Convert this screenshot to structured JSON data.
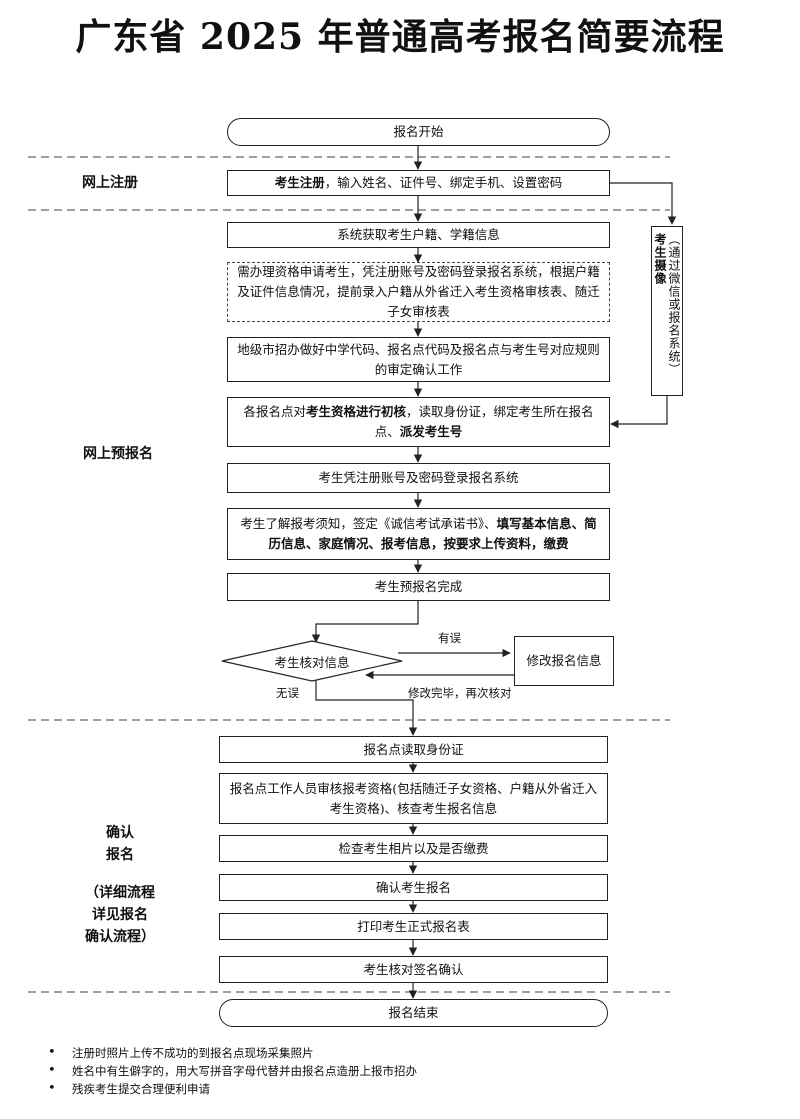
{
  "title": "广东省 2025 年普通高考报名简要流程",
  "sections": {
    "online_register": "网上注册",
    "online_prereg": "网上预报名",
    "confirm_line1": "确认",
    "confirm_line2": "报名",
    "confirm_note_1": "（详细流程",
    "confirm_note_2": "详见报名",
    "confirm_note_3": "确认流程）"
  },
  "steps": {
    "start": "报名开始",
    "register_bold": "考生注册",
    "register_rest": "，输入姓名、证件号、绑定手机、设置密码",
    "fetch_info": "系统获取考生户籍、学籍信息",
    "apply_qualification": "需办理资格申请考生，凭注册账号及密码登录报名系统，根据户籍及证件信息情况，提前录入户籍从外省迁入考生资格审核表、随迁子女审核表",
    "city_office": "地级市招办做好中学代码、报名点代码及报名点与考生号对应规则的审定确认工作",
    "site_check_1": "各报名点对",
    "site_check_bold1": "考生资格进行初核",
    "site_check_2": "，读取身份证，绑定考生所在报名点、",
    "site_check_bold2": "派发考生号",
    "login_system": "考生凭注册账号及密码登录报名系统",
    "fill_1": "考生了解报考须知，签定《诚信考试承诺书》、",
    "fill_bold": "填写基本信息、简历信息、家庭情况、报考信息，按要求上传资料，缴费",
    "prereg_done": "考生预报名完成",
    "verify_info": "考生核对信息",
    "modify_info": "修改报名信息",
    "read_id": "报名点读取身份证",
    "staff_review": "报名点工作人员审核报考资格(包括随迁子女资格、户籍从外省迁入考生资格)、核查考生报名信息",
    "check_photo": "检查考生相片以及是否缴费",
    "confirm_reg": "确认考生报名",
    "print_form": "打印考生正式报名表",
    "sign_confirm": "考生核对签名确认",
    "end": "报名结束"
  },
  "side_box": {
    "col1": "（通过微信或报名系统）",
    "col2": "考生摄像"
  },
  "edge_labels": {
    "has_error": "有误",
    "no_error": "无误",
    "recheck": "修改完毕，再次核对"
  },
  "notes": [
    "注册时照片上传不成功的到报名点现场采集照片",
    "姓名中有生僻字的，用大写拼音字母代替并由报名点造册上报市招办",
    "残疾考生提交合理便利申请"
  ]
}
